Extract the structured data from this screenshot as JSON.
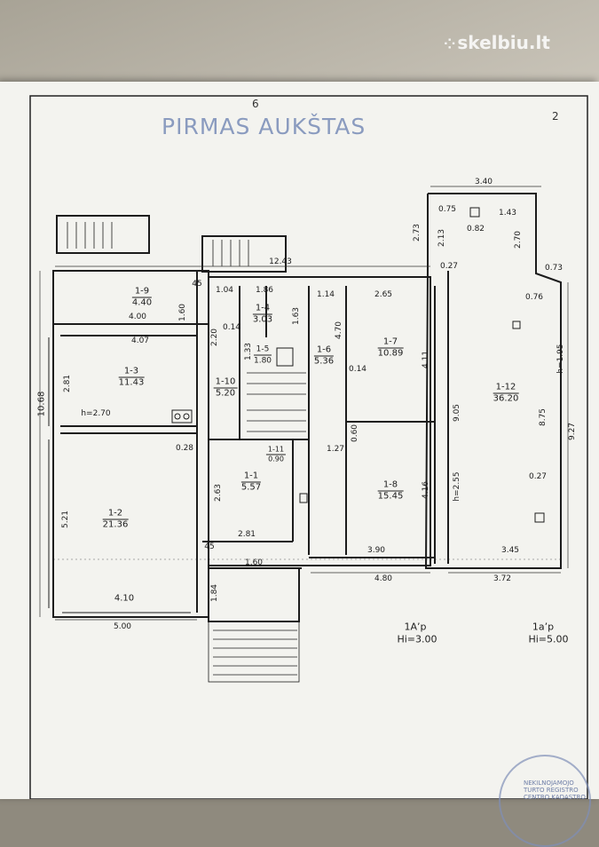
{
  "watermark": "skelbiu.lt",
  "title": "PIRMAS AUKŠTAS",
  "page_numbers": {
    "center": "6",
    "right": "2"
  },
  "rooms": [
    {
      "id": "1-1",
      "area": "5.57"
    },
    {
      "id": "1-2",
      "area": "21.36"
    },
    {
      "id": "1-3",
      "area": "11.43"
    },
    {
      "id": "1-4",
      "area": "3.03"
    },
    {
      "id": "1-5",
      "area": "1.80"
    },
    {
      "id": "1-6",
      "area": "5.36"
    },
    {
      "id": "1-7",
      "area": "10.89"
    },
    {
      "id": "1-8",
      "area": "15.45"
    },
    {
      "id": "1-9",
      "area": "4.40"
    },
    {
      "id": "1-10",
      "area": "5.20"
    },
    {
      "id": "1-11",
      "area": "0.90"
    },
    {
      "id": "1-12",
      "area": "36.20"
    }
  ],
  "dimensions": {
    "d_3_40": "3.40",
    "d_12_43": "12.43",
    "d_0_75": "0.75",
    "d_1_43": "1.43",
    "d_0_82": "0.82",
    "d_2_13": "2.13",
    "d_2_73": "2.73",
    "d_2_70": "2.70",
    "d_0_27a": "0.27",
    "d_0_73": "0.73",
    "d_0_76": "0.76",
    "d_1_04": "1.04",
    "d_1_86": "1.86",
    "d_1_14": "1.14",
    "d_2_65": "2.65",
    "d_4_00": "4.00",
    "d_1_60a": "1.60",
    "d_1_63": "1.63",
    "d_4_07": "4.07",
    "d_2_20": "2.20",
    "d_0_14a": "0.14",
    "d_1_33": "1.33",
    "d_4_70": "4.70",
    "d_0_14b": "0.14",
    "d_4_11": "4.11",
    "d_10_68": "10.68",
    "d_2_81a": "2.81",
    "d_h270": "h=2.70",
    "d_0_60": "0.60",
    "d_0_28": "0.28",
    "d_1_27": "1.27",
    "d_9_05": "9.05",
    "d_h195": "h=1.95",
    "d_8_75": "8.75",
    "d_9_27": "9.27",
    "d_2_63": "2.63",
    "d_4_16": "4.16",
    "d_h255": "h=2.55",
    "d_0_27b": "0.27",
    "d_5_21": "5.21",
    "d_2_81b": "2.81",
    "d_3_90": "3.90",
    "d_3_45": "3.45",
    "d_1_60b": "1.60",
    "d_4_80": "4.80",
    "d_3_72": "3.72",
    "d_4_10": "4.10",
    "d_1_84": "1.84",
    "d_5_00": "5.00",
    "d_45": "45",
    "d_45b": "45"
  },
  "heights": {
    "left_label": "1A’p",
    "left_value": "Hi=3.00",
    "right_label": "1a’p",
    "right_value": "Hi=5.00"
  },
  "stamp": "NEKILNOJAMOJO TURTO REGISTRO CENTRO KADASTRO",
  "colors": {
    "paper": "#f3f3ef",
    "ink": "#1c1c1c",
    "title_ink": "#8a9bbf",
    "stamp_ink": "#7f8fb8"
  }
}
